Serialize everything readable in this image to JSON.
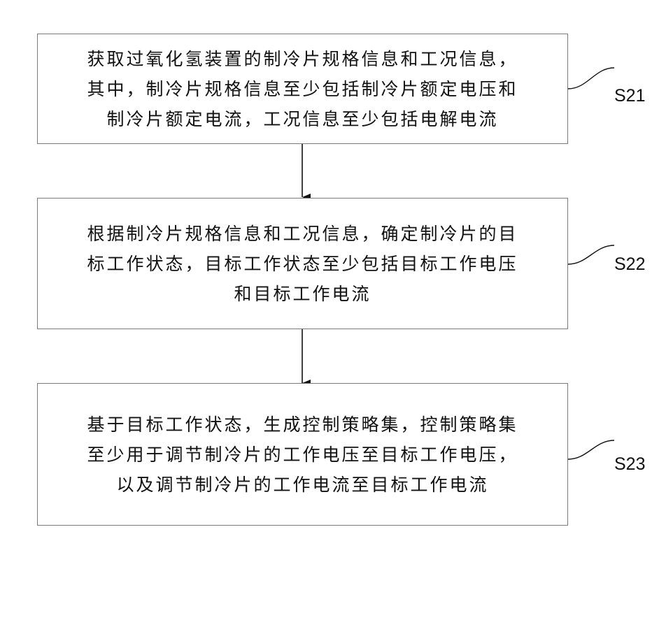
{
  "steps": [
    {
      "id": "S21",
      "lines": [
        "获取过氧化氢装置的制冷片规格信息和工况信息，",
        "其中，制冷片规格信息至少包括制冷片额定电压和",
        "制冷片额定电流，工况信息至少包括电解电流"
      ]
    },
    {
      "id": "S22",
      "lines": [
        "根据制冷片规格信息和工况信息，确定制冷片的目",
        "标工作状态，目标工作状态至少包括目标工作电压",
        "和目标工作电流"
      ]
    },
    {
      "id": "S23",
      "lines": [
        "基于目标工作状态，生成控制策略集，控制策略集",
        "至少用于调节制冷片的工作电压至目标工作电压，",
        "以及调节制冷片的工作电流至目标工作电流"
      ]
    }
  ],
  "colors": {
    "box_border": "#7a7a7a",
    "arrow": "#111111",
    "text": "#111111"
  }
}
